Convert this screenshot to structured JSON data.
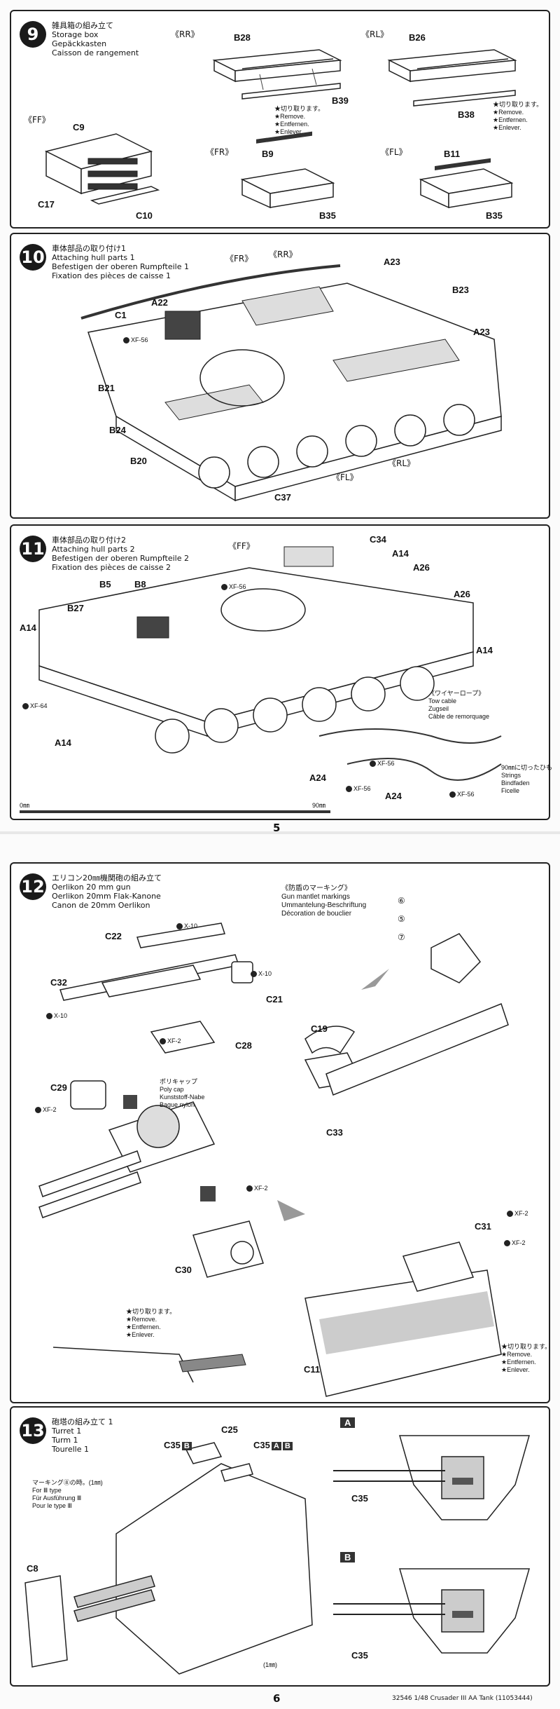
{
  "step9": {
    "number": "9",
    "title": "雑具箱の組み立て\nStorage box\nGepäckkasten\nCaisson de rangement",
    "views": {
      "rr": "《RR》",
      "rl": "《RL》",
      "ff": "《FF》",
      "fr": "《FR》",
      "fl": "《FL》"
    },
    "parts": {
      "b28": "B28",
      "b39": "B39",
      "b26": "B26",
      "b38": "B38",
      "c9": "C9",
      "c17": "C17",
      "c10": "C10",
      "b9": "B9",
      "b35a": "B35",
      "b11": "B11",
      "b35b": "B35"
    },
    "remove_note": "★切り取ります。\n★Remove.\n★Entfernen.\n★Enlever."
  },
  "step10": {
    "number": "10",
    "title": "車体部品の取り付け1\nAttaching hull parts 1\nBefestigen der oberen Rumpfteile 1\nFixation des pièces de caisse 1",
    "views": {
      "fr": "《FR》",
      "rr": "《RR》",
      "fl": "《FL》",
      "rl": "《RL》"
    },
    "parts": {
      "a23a": "A23",
      "b23": "B23",
      "a23b": "A23",
      "c1": "C1",
      "a22": "A22",
      "b21": "B21",
      "b24": "B24",
      "b20": "B20",
      "c37": "C37"
    },
    "paint": "XF-56"
  },
  "step11": {
    "number": "11",
    "title": "車体部品の取り付け2\nAttaching hull parts 2\nBefestigen der oberen Rumpfteile 2\nFixation des pièces de caisse 2",
    "views": {
      "ff": "《FF》"
    },
    "parts": {
      "c34": "C34",
      "a14a": "A14",
      "a26a": "A26",
      "a26b": "A26",
      "b5": "B5",
      "b8": "B8",
      "b27": "B27",
      "a14b": "A14",
      "a14c": "A14",
      "a14d": "A14",
      "a24a": "A24",
      "a24b": "A24"
    },
    "paints": {
      "xf56": "XF-56",
      "xf64": "XF-64"
    },
    "tow_cable": "《ワイヤーロープ》\nTow cable\nZugseil\nCâble de remorquage",
    "strings": "90㎜に切ったひも\nStrings\nBindfaden\nFicelle",
    "ruler_start": "0㎜",
    "ruler_end": "90㎜"
  },
  "page5": "5",
  "step12": {
    "number": "12",
    "title": "エリコン20㎜機関砲の組み立て\nOerlikon 20 mm gun\nOerlikon 20mm Flak-Kanone\nCanon de 20mm Oerlikon",
    "markings": "《防盾のマーキング》\nGun mantlet markings\nUmmantelung-Beschriftung\nDécoration de bouclier",
    "marks": {
      "m6": "⑥",
      "m5": "⑤",
      "m7": "⑦"
    },
    "parts": {
      "c22": "C22",
      "c32": "C32",
      "c21": "C21",
      "c28": "C28",
      "c19": "C19",
      "c29": "C29",
      "c33": "C33",
      "c30": "C30",
      "c31": "C31",
      "c11": "C11"
    },
    "paints": {
      "x10a": "X-10",
      "x10b": "X-10",
      "x10c": "X-10",
      "xf2": "XF-2"
    },
    "polycap": "ポリキャップ\nPoly cap\nKunststoff-Nabe\nBague nylon",
    "remove_note": "★切り取ります。\n★Remove.\n★Entfernen.\n★Enlever."
  },
  "step13": {
    "number": "13",
    "title": "砲塔の組み立て 1\nTurret 1\nTurm 1\nTourelle 1",
    "parts": {
      "c35b": "C35",
      "c25": "C25",
      "c35ab": "C35",
      "c8": "C8",
      "c35a": "C35",
      "c35c": "C35"
    },
    "letters": {
      "a": "A",
      "b": "B"
    },
    "marking_note": "マーキング⑧の時。(1㎜)\nFor Ⅲ type\nFür Ausführung Ⅲ\nPour le type Ⅲ",
    "one_mm": "(1㎜)"
  },
  "page6": "6",
  "footer": "32546 1/48 Crusader III AA Tank (11053444)"
}
